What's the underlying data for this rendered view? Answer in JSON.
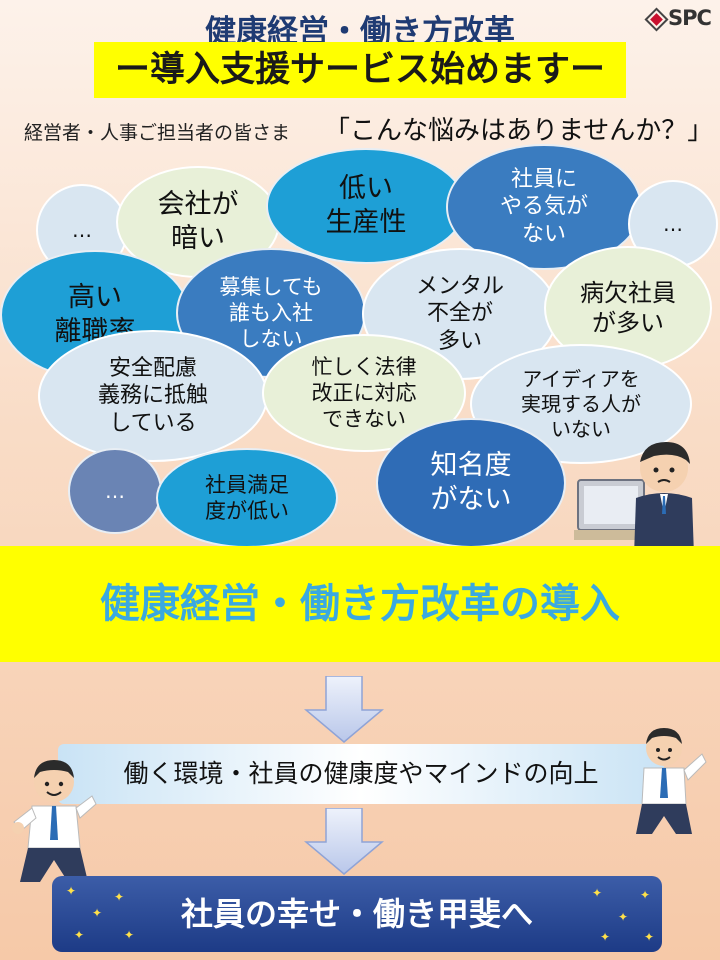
{
  "logo": {
    "text": "SPC"
  },
  "header": {
    "title": "健康経営・働き方改革",
    "banner": "ー導入支援サービス始めますー",
    "intro_label": "経営者・人事ご担当者の皆さま",
    "intro_quote": "「こんな悩みはありませんか？」"
  },
  "bubbles": [
    {
      "text": "…",
      "style": "light"
    },
    {
      "text": "会社が\n暗い",
      "style": "green"
    },
    {
      "text": "低い\n生産性",
      "style": "cyan"
    },
    {
      "text": "社員に\nやる気が\nない",
      "style": "mid"
    },
    {
      "text": "…",
      "style": "light"
    },
    {
      "text": "高い\n離職率",
      "style": "cyan"
    },
    {
      "text": "募集しても\n誰も入社\nしない",
      "style": "mid"
    },
    {
      "text": "メンタル\n不全が\n多い",
      "style": "light"
    },
    {
      "text": "病欠社員\nが多い",
      "style": "green"
    },
    {
      "text": "安全配慮\n義務に抵触\nしている",
      "style": "light"
    },
    {
      "text": "忙しく法律\n改正に対応\nできない",
      "style": "green"
    },
    {
      "text": "アイディアを\n実現する人が\nいない",
      "style": "light"
    },
    {
      "text": "…",
      "style": "steel"
    },
    {
      "text": "社員満足\n度が低い",
      "style": "cyan"
    },
    {
      "text": "知名度\nがない",
      "style": "dark"
    }
  ],
  "band": {
    "text": "健康経営・働き方改革の導入"
  },
  "improve": {
    "text": "働く環境・社員の健康度やマインドの向上"
  },
  "goal": {
    "text": "社員の幸せ・働き甲斐へ"
  },
  "colors": {
    "band": "#ffff00",
    "band_text": "#3aa9e0",
    "goal_bg": "#1d3b86",
    "title": "#1f3b73"
  }
}
